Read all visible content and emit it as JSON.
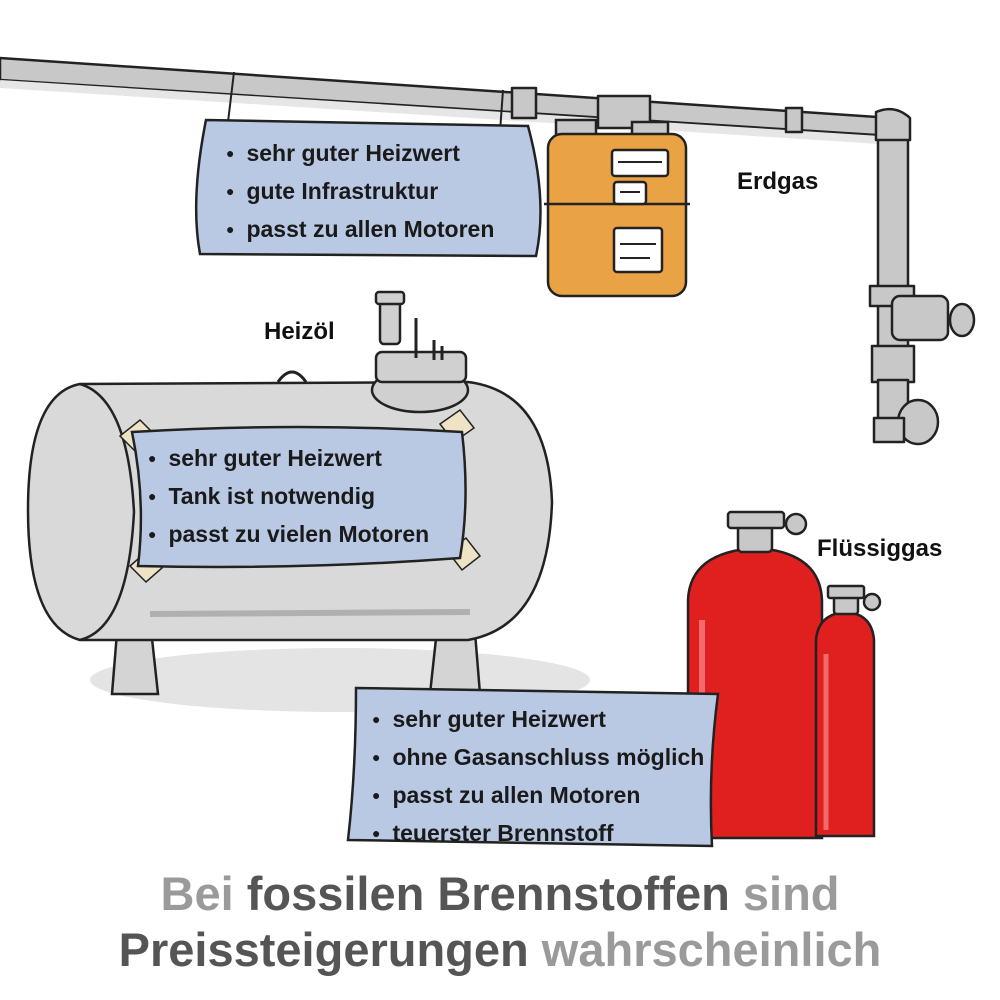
{
  "colors": {
    "sign_fill": "#b9c9e3",
    "headline_dark": "#555555",
    "headline_light": "#9a9a9a",
    "cylinder_red": "#e01f1f",
    "meter_orange": "#eaa344",
    "tank_grey": "#d9d9d9"
  },
  "labels": {
    "erdgas": "Erdgas",
    "heizoel": "Heizöl",
    "fluessiggas": "Flüssiggas"
  },
  "signs": {
    "erdgas": [
      "sehr guter Heizwert",
      "gute Infrastruktur",
      "passt zu allen Motoren"
    ],
    "heizoel": [
      "sehr guter Heizwert",
      "Tank ist notwendig",
      "passt zu vielen Motoren"
    ],
    "fluessiggas": [
      "sehr guter Heizwert",
      "ohne Gasanschluss möglich",
      "passt zu allen Motoren",
      "teuerster Brennstoff"
    ]
  },
  "headline": {
    "line1": {
      "part1": "Bei",
      "part2": "fossilen Brennstoffen",
      "part3": "sind"
    },
    "line2": {
      "part1": "Preissteigerungen",
      "part2": "wahrscheinlich"
    }
  }
}
